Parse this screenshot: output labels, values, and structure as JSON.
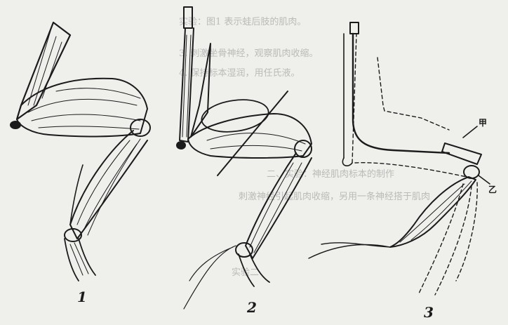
{
  "figures": [
    {
      "number": "1"
    },
    {
      "number": "2"
    },
    {
      "number": "3"
    }
  ],
  "labels": {
    "jia": "甲",
    "yi": "乙"
  },
  "bleed_through": {
    "line1": "实验：图1 表示蛙后肢的肌肉。",
    "line2": "3. 刺激坐骨神经，观察肌肉收缩。",
    "line3": "4. 保持标本湿润，用任氏液。",
    "line4": "二、实验：神经肌肉标本的制作",
    "line5": "刺激神经引起肌肉收缩，另用一条神经搭于肌肉",
    "line6": "实验二"
  },
  "colors": {
    "paper": "#efefec",
    "ink": "#1b1b1b",
    "bleed": "#a9a9a6"
  }
}
